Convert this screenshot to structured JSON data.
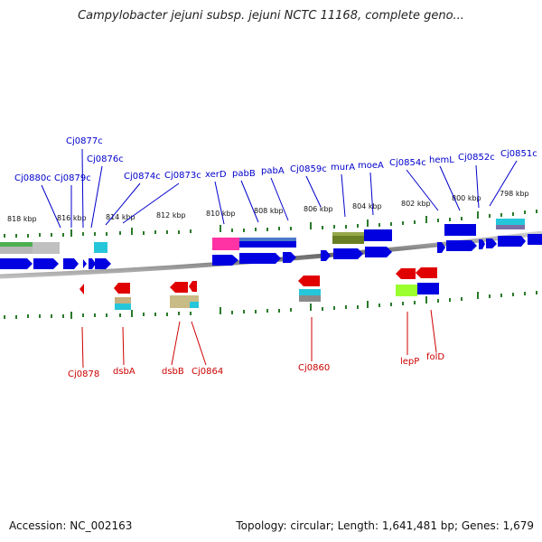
{
  "title": "Campylobacter jejuni subsp. jejuni NCTC 11168, complete geno...",
  "footer": {
    "accession": "Accession: NC_002163",
    "stats": "Topology: circular; Length: 1,641,481 bp; Genes: 1,679"
  },
  "scale_labels": [
    "818 kbp",
    "816 kbp",
    "814 kbp",
    "812 kbp",
    "810 kbp",
    "808 kbp",
    "806 kbp",
    "804 kbp",
    "802 kbp",
    "800 kbp",
    "798 kbp"
  ],
  "top_genes": [
    "Cj0880c",
    "Cj0879c",
    "Cj0877c",
    "Cj0876c",
    "Cj0874c",
    "Cj0873c",
    "xerD",
    "pabB",
    "pabA",
    "Cj0859c",
    "murA",
    "moeA",
    "Cj0854c",
    "hemL",
    "Cj0852c",
    "Cj0851c"
  ],
  "bottom_genes": [
    "Cj0878",
    "dsbA",
    "dsbB",
    "Cj0864",
    "Cj0860",
    "lepP",
    "folD"
  ],
  "colors": {
    "forward_gene": "#0000e0",
    "reverse_gene": "#e00000",
    "top_label": "#0000cc",
    "bottom_label": "#cc0000",
    "tick": "#2a7a2a",
    "backbone": "#777777"
  }
}
